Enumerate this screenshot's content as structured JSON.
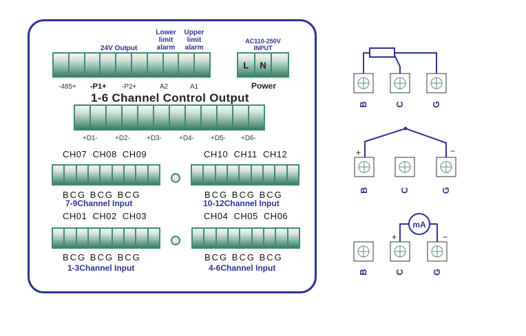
{
  "panel": {
    "top_strip": {
      "group_labels": {
        "output_24v": "24V Output",
        "lower_alarm": [
          "Lower",
          "limit",
          "alarm"
        ],
        "upper_alarm": [
          "Upper",
          "limit",
          "alarm"
        ]
      },
      "terminal_labels": [
        "-485+",
        "-P1+",
        "-P2+",
        "A2",
        "A1"
      ]
    },
    "power": {
      "header": [
        "AC110-250V",
        "INPUT"
      ],
      "cells": [
        "L",
        "N",
        ""
      ],
      "label": "Power"
    },
    "control_output": {
      "title": "1-6 Channel Control Output",
      "terminal_labels": [
        "+D1-",
        "+D2-",
        "+D3-",
        "+D4-",
        "+D5-",
        "+D6-"
      ]
    },
    "inputs": {
      "ch7_9": {
        "channels": "CH07  CH08  CH09",
        "terminals": "BCG BCG BCG",
        "title": "7-9Channel Input"
      },
      "ch10_12": {
        "channels": "CH10  CH11  CH12",
        "terminals": "BCG BCG BCG",
        "title": "10-12Channel Input"
      },
      "ch1_3": {
        "channels": "CH01  CH02  CH03",
        "terminals": "BCG BCG BCG",
        "title": "1-3Channel Input"
      },
      "ch4_6": {
        "channels": "CH04  CH05  CH06",
        "terminals": "BCG BCG BCG",
        "title": "4-6Channel Input"
      }
    }
  },
  "wiring": {
    "terminal_names": [
      "B",
      "C",
      "G"
    ],
    "rtd": {
      "description": "3-wire RTD resistor across B, C, G"
    },
    "voltage": {
      "plus": "+",
      "minus": "−"
    },
    "current": {
      "meter": "mA",
      "plus": "+",
      "minus": "−"
    }
  },
  "colors": {
    "border": "#2e3192",
    "terminal": "#3f8a72",
    "wire": "#2e3192"
  }
}
